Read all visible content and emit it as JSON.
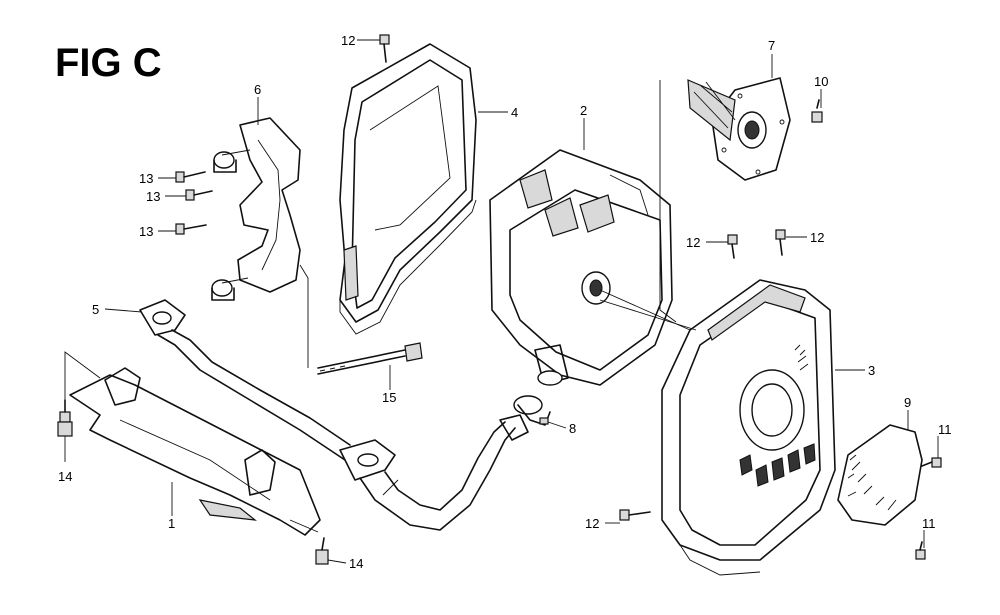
{
  "figure": {
    "title": "FIG C"
  },
  "callouts": [
    {
      "id": "c1",
      "text": "1"
    },
    {
      "id": "c2",
      "text": "2"
    },
    {
      "id": "c3",
      "text": "3"
    },
    {
      "id": "c4",
      "text": "4"
    },
    {
      "id": "c5",
      "text": "5"
    },
    {
      "id": "c6",
      "text": "6"
    },
    {
      "id": "c7",
      "text": "7"
    },
    {
      "id": "c8",
      "text": "8"
    },
    {
      "id": "c9",
      "text": "9"
    },
    {
      "id": "c10",
      "text": "10"
    },
    {
      "id": "c11a",
      "text": "11"
    },
    {
      "id": "c11b",
      "text": "11"
    },
    {
      "id": "c12a",
      "text": "12"
    },
    {
      "id": "c12b",
      "text": "12"
    },
    {
      "id": "c12c",
      "text": "12"
    },
    {
      "id": "c12d",
      "text": "12"
    },
    {
      "id": "c13a",
      "text": "13"
    },
    {
      "id": "c13b",
      "text": "13"
    },
    {
      "id": "c13c",
      "text": "13"
    },
    {
      "id": "c14a",
      "text": "14"
    },
    {
      "id": "c14b",
      "text": "14"
    },
    {
      "id": "c15",
      "text": "15"
    }
  ]
}
